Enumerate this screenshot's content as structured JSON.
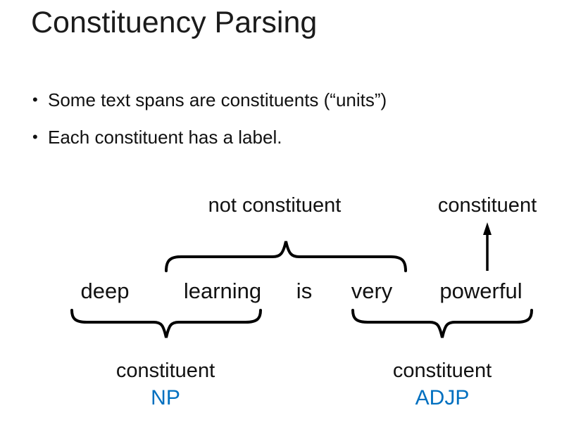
{
  "slide": {
    "title": "Constituency Parsing",
    "bullet_glyph": "•",
    "bullets": [
      "Some text spans are constituents (“units”)",
      "Each constituent has a label."
    ]
  },
  "diagram": {
    "sentence_words": [
      "deep",
      "learning",
      "is",
      "very",
      "powerful"
    ],
    "top_labels": {
      "not_constituent": "not constituent",
      "constituent": "constituent"
    },
    "bottom_left_group": {
      "label": "constituent",
      "tag": "NP"
    },
    "bottom_right_group": {
      "label": "constituent",
      "tag": "ADJP"
    },
    "icons": {
      "up_arrow": "up-arrow-icon",
      "over_brace": "curly-brace-over",
      "under_brace_left": "curly-brace-under",
      "under_brace_right": "curly-brace-under"
    },
    "colors": {
      "tag_blue": "#0070C0",
      "text": "#111111",
      "shape_stroke": "#000000"
    }
  }
}
